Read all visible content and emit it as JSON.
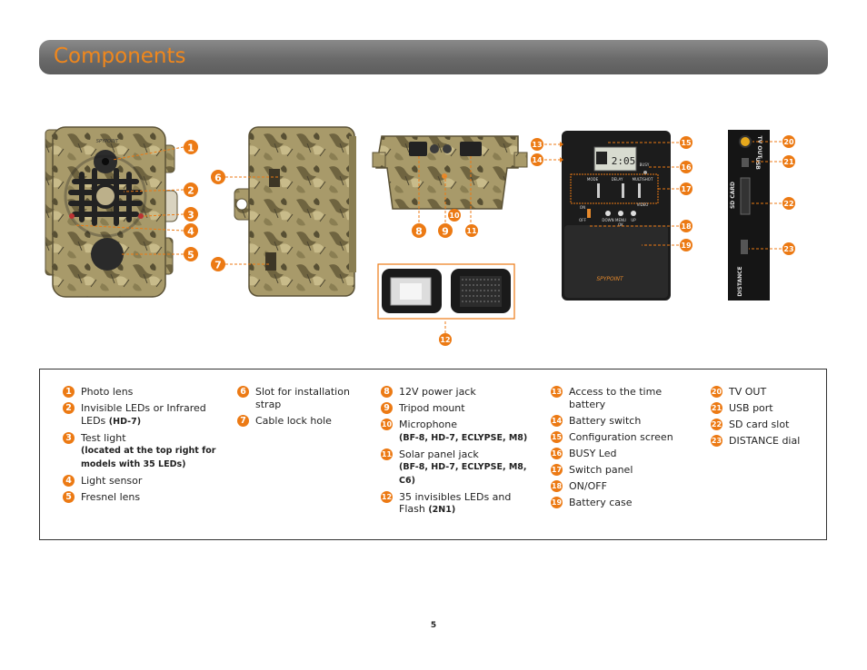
{
  "page": {
    "title": "Components",
    "page_number": "5"
  },
  "callouts": [
    "1",
    "2",
    "3",
    "4",
    "5",
    "6",
    "7",
    "8",
    "9",
    "10",
    "11",
    "12",
    "13",
    "14",
    "15",
    "16",
    "17",
    "18",
    "19",
    "20",
    "21",
    "22",
    "23"
  ],
  "panel": {
    "mode_label": "MODE",
    "delay_label": "DELAY",
    "multishot_label": "MULTISHOT",
    "busy_label": "BUSY",
    "on_label": "ON",
    "off_label": "OFF",
    "down_label": "DOWN",
    "menu_label": "MENU",
    "up_label": "UP",
    "ok_label": "OK",
    "video_label": "VIDEO",
    "lcd_value": "2:05",
    "brand": "SPYPOINT"
  },
  "side": {
    "tv_out_label": "TV OUT",
    "usb_label": "USB",
    "sd_label": "SD CARD",
    "distance_label": "DISTANCE"
  },
  "legend": {
    "col1": [
      {
        "n": "1",
        "text": "Photo lens",
        "sub": ""
      },
      {
        "n": "2",
        "text": "Invisible LEDs or Infrared LEDs",
        "sub": "(HD-7)"
      },
      {
        "n": "3",
        "text": "Test light",
        "sub": "(located at the top right for models with 35 LEDs)"
      },
      {
        "n": "4",
        "text": "Light sensor",
        "sub": ""
      },
      {
        "n": "5",
        "text": "Fresnel lens",
        "sub": ""
      }
    ],
    "col2": [
      {
        "n": "6",
        "text": "Slot for installation strap",
        "sub": ""
      },
      {
        "n": "7",
        "text": "Cable lock hole",
        "sub": ""
      }
    ],
    "col3": [
      {
        "n": "8",
        "text": "12V power jack",
        "sub": ""
      },
      {
        "n": "9",
        "text": "Tripod mount",
        "sub": ""
      },
      {
        "n": "10",
        "text": "Microphone",
        "sub": "(BF-8, HD-7, ECLYPSE, M8)"
      },
      {
        "n": "11",
        "text": "Solar panel jack",
        "sub": "(BF-8, HD-7, ECLYPSE, M8, C6)"
      },
      {
        "n": "12",
        "text": "35 invisibles LEDs and Flash",
        "sub": "(2N1)"
      }
    ],
    "col4": [
      {
        "n": "13",
        "text": "Access to the time battery",
        "sub": ""
      },
      {
        "n": "14",
        "text": "Battery switch",
        "sub": ""
      },
      {
        "n": "15",
        "text": "Configuration screen",
        "sub": ""
      },
      {
        "n": "16",
        "text": "BUSY Led",
        "sub": ""
      },
      {
        "n": "17",
        "text": "Switch panel",
        "sub": ""
      },
      {
        "n": "18",
        "text": "ON/OFF",
        "sub": ""
      },
      {
        "n": "19",
        "text": "Battery case",
        "sub": ""
      }
    ],
    "col5": [
      {
        "n": "20",
        "text": "TV OUT",
        "sub": ""
      },
      {
        "n": "21",
        "text": "USB port",
        "sub": ""
      },
      {
        "n": "22",
        "text": "SD card slot",
        "sub": ""
      },
      {
        "n": "23",
        "text": "DISTANCE dial",
        "sub": ""
      }
    ]
  },
  "colors": {
    "accent": "#ec7a14",
    "title_text": "#f0871c",
    "camo_base": "#a89a6a"
  }
}
